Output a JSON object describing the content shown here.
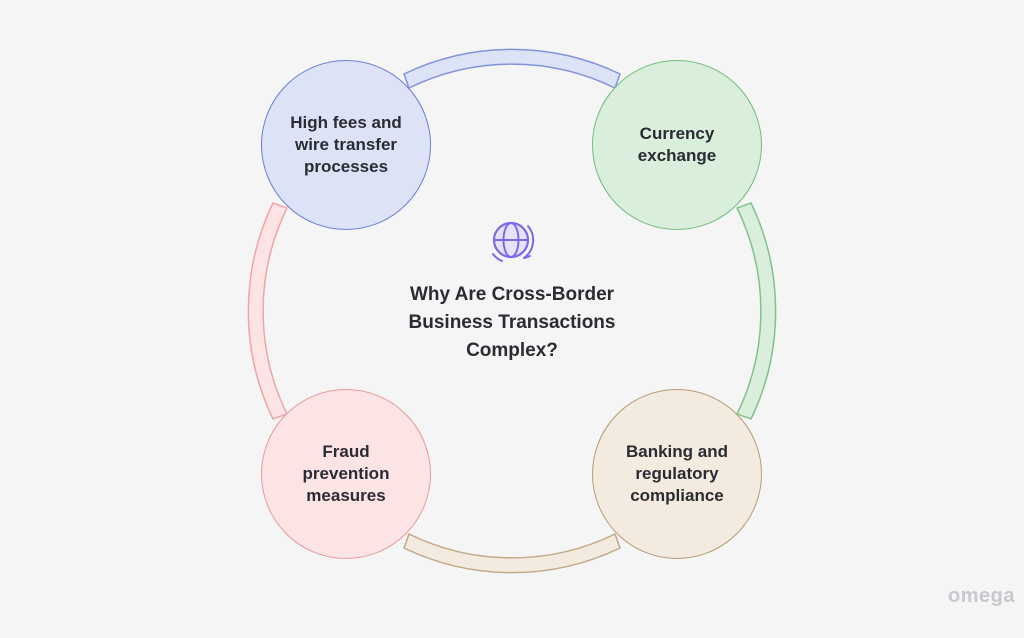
{
  "diagram": {
    "title": "Why Are Cross-Border\nBusiness Transactions\nComplex?",
    "icon": "globe-icon",
    "nodes": [
      {
        "id": "tl",
        "label": "High fees and wire transfer processes",
        "fill": "#dde3f7",
        "stroke": "#6b80d6"
      },
      {
        "id": "tr",
        "label": "Currency exchange",
        "fill": "#daeedc",
        "stroke": "#74bd7d"
      },
      {
        "id": "bl",
        "label": "Fraud prevention measures",
        "fill": "#fde4e4",
        "stroke": "#e89a9a"
      },
      {
        "id": "br",
        "label": "Banking and regulatory compliance",
        "fill": "#f3ebe0",
        "stroke": "#b79b74"
      }
    ],
    "connectors": [
      {
        "id": "top",
        "fill": "#dde3f7",
        "stroke": "#8093db"
      },
      {
        "id": "right",
        "fill": "#daeedc",
        "stroke": "#80c389"
      },
      {
        "id": "bottom",
        "fill": "#f3ebe0",
        "stroke": "#c2a986"
      },
      {
        "id": "left",
        "fill": "#fde4e4",
        "stroke": "#eea5a5"
      }
    ],
    "accent": "#7e67e8"
  },
  "brand": "omega"
}
